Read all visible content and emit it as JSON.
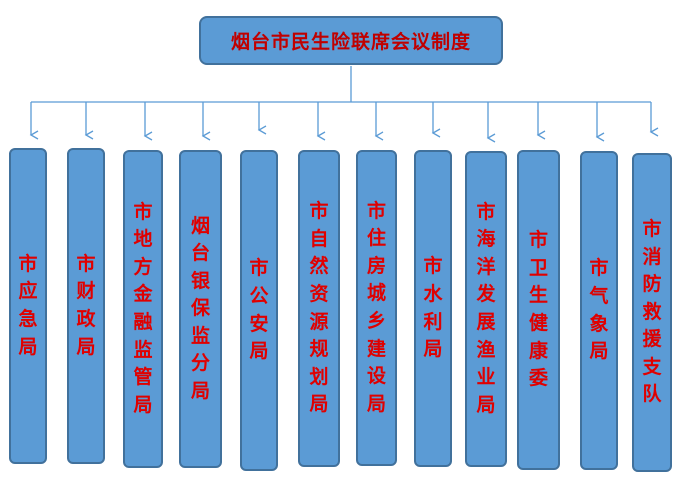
{
  "title": "烟台市民生险联席会议制度",
  "colors": {
    "box_fill": "#5b9bd5",
    "box_border": "#41719c",
    "text": "#e00000",
    "connector": "#5b9bd5"
  },
  "departments": [
    {
      "id": "emergency",
      "label": "市应急局"
    },
    {
      "id": "finance",
      "label": "市财政局"
    },
    {
      "id": "financial-supervision",
      "label": "市地方金融监管局"
    },
    {
      "id": "cbirc-branch",
      "label": "烟台银保监分局"
    },
    {
      "id": "public-security",
      "label": "市公安局"
    },
    {
      "id": "natural-resources",
      "label": "市自然资源规划局"
    },
    {
      "id": "housing",
      "label": "市住房城乡建设局"
    },
    {
      "id": "water",
      "label": "市水利局"
    },
    {
      "id": "ocean-fishery",
      "label": "市海洋发展渔业局"
    },
    {
      "id": "health",
      "label": "市卫生健康委"
    },
    {
      "id": "meteorology",
      "label": "市气象局"
    },
    {
      "id": "fire-rescue",
      "label": "市消防救援支队"
    }
  ]
}
